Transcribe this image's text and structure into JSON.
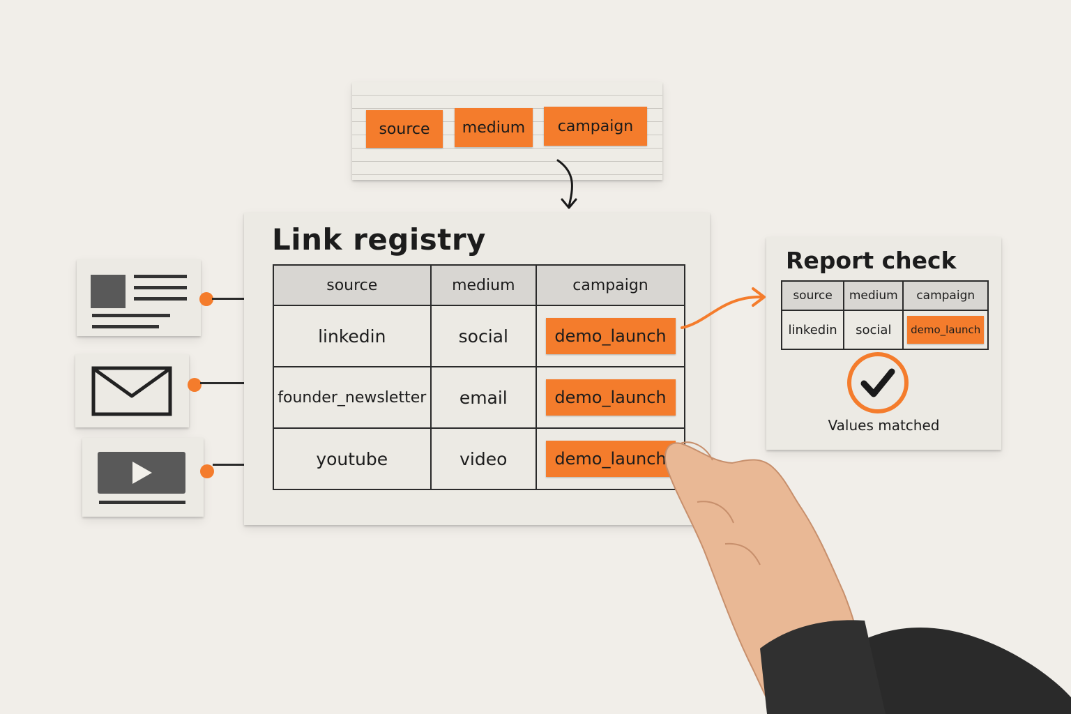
{
  "fields_strip": {
    "tags": [
      "source",
      "medium",
      "campaign"
    ]
  },
  "registry": {
    "title": "Link registry",
    "headers": [
      "source",
      "medium",
      "campaign"
    ],
    "rows": [
      {
        "source": "linkedin",
        "medium": "social",
        "campaign": "demo_launch"
      },
      {
        "source": "founder_newsletter",
        "medium": "email",
        "campaign": "demo_launch"
      },
      {
        "source": "youtube",
        "medium": "video",
        "campaign": "demo_launch"
      }
    ]
  },
  "report": {
    "title": "Report check",
    "headers": [
      "source",
      "medium",
      "campaign"
    ],
    "row": {
      "source": "linkedin",
      "medium": "social",
      "campaign": "demo_launch"
    },
    "status": "Values matched"
  },
  "channels": [
    {
      "icon": "article-icon"
    },
    {
      "icon": "email-envelope-icon"
    },
    {
      "icon": "video-play-icon"
    }
  ],
  "colors": {
    "accent": "#f47c2c",
    "ink": "#1c1c1c",
    "paper": "#eceae4",
    "background": "#f1eee9"
  }
}
